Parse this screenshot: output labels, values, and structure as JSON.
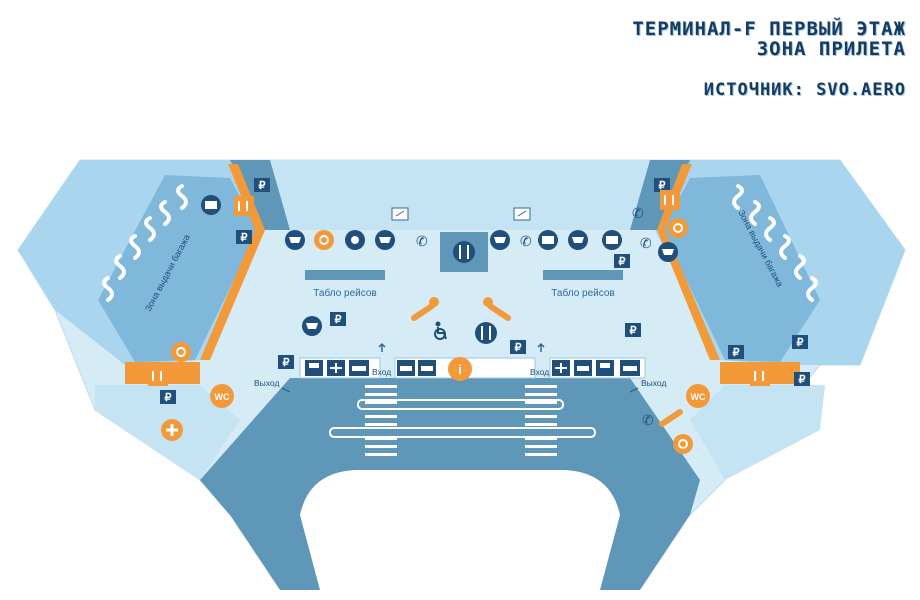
{
  "header": {
    "title_line1": "Терминал-F первый этаж",
    "title_line2": "зона прилета",
    "source": "Источник: SVO.aero"
  },
  "labels": {
    "baggage_claim": "Зона выдачи багажа",
    "flight_board": "Табло рейсов",
    "exit": "Выход",
    "entrance": "Вход",
    "wc": "WC",
    "info": "i"
  },
  "colors": {
    "light_floor": "#d5ecf7",
    "mid_floor": "#a9d6ee",
    "dark_floor": "#5f97b9",
    "accent_orange": "#f29a3a",
    "icon_navy": "#1f4f7a",
    "text_blue": "#2b6a9b"
  },
  "icons": [
    "ruble-icon",
    "atm-icon",
    "shop-icon",
    "currency-exchange-icon",
    "phone-icon",
    "restaurant-icon",
    "pharmacy-icon",
    "lost-and-found-icon",
    "customs-icon",
    "wheelchair-icon",
    "bus-icon",
    "airplane-icon",
    "car-icon",
    "taxi-icon",
    "first-aid-icon",
    "escalator-icon",
    "baggage-carousel-icon",
    "info-icon",
    "wc-icon"
  ]
}
